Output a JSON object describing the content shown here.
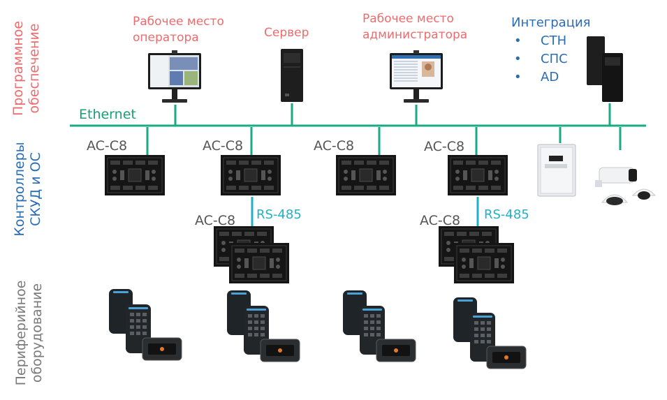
{
  "sections": {
    "software": "Программное обеспечение",
    "controllers": "Контроллеры СКУД и ОС",
    "peripherals": "Периферийное оборудование"
  },
  "labels": {
    "operator_ws": "Рабочее место оператора",
    "server": "Сервер",
    "admin_ws": "Рабочее место администратора",
    "integration_title": "Интеграция",
    "integration_items": [
      "СТН",
      "СПС",
      "AD"
    ],
    "ethernet": "Ethernet",
    "controller": "AC-C8",
    "rs485": "RS-485"
  },
  "colors": {
    "software": "#ee6b6e",
    "controllers": "#2a6db5",
    "peripherals": "#7a7a7a",
    "ethernet": "#1aaa86",
    "rs485": "#22b0c8"
  }
}
